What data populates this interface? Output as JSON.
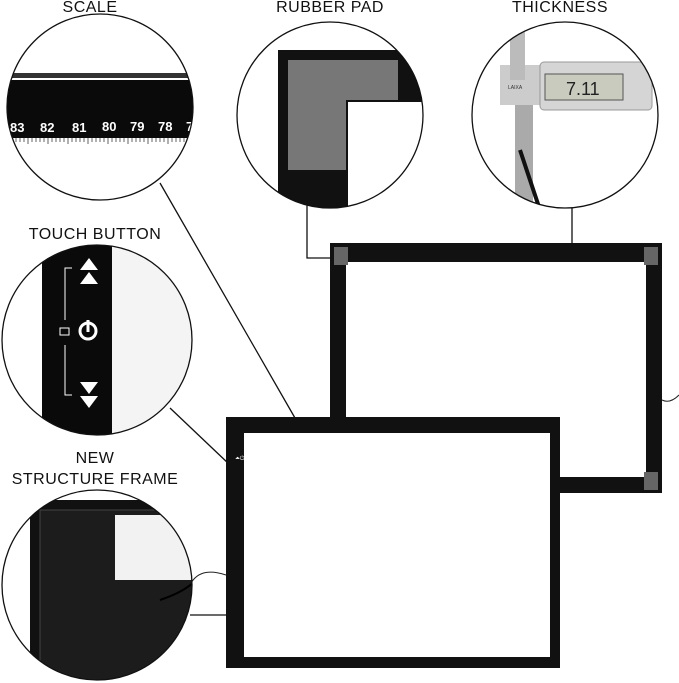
{
  "labels": {
    "scale": "SCALE",
    "rubber_pad": "RUBBER PAD",
    "thickness": "THICKNESS",
    "touch_button": "TOUCH BUTTON",
    "new_structure_frame_line1": "NEW",
    "new_structure_frame_line2": "STRUCTURE FRAME"
  },
  "scale_numbers": [
    "83",
    "82",
    "81",
    "80",
    "79",
    "78",
    "7"
  ],
  "caliper_reading": "7.11",
  "caliper_brand": "LAIXA",
  "colors": {
    "frame": "#111111",
    "panel": "#ffffff",
    "pad": "#7a7a7a"
  }
}
